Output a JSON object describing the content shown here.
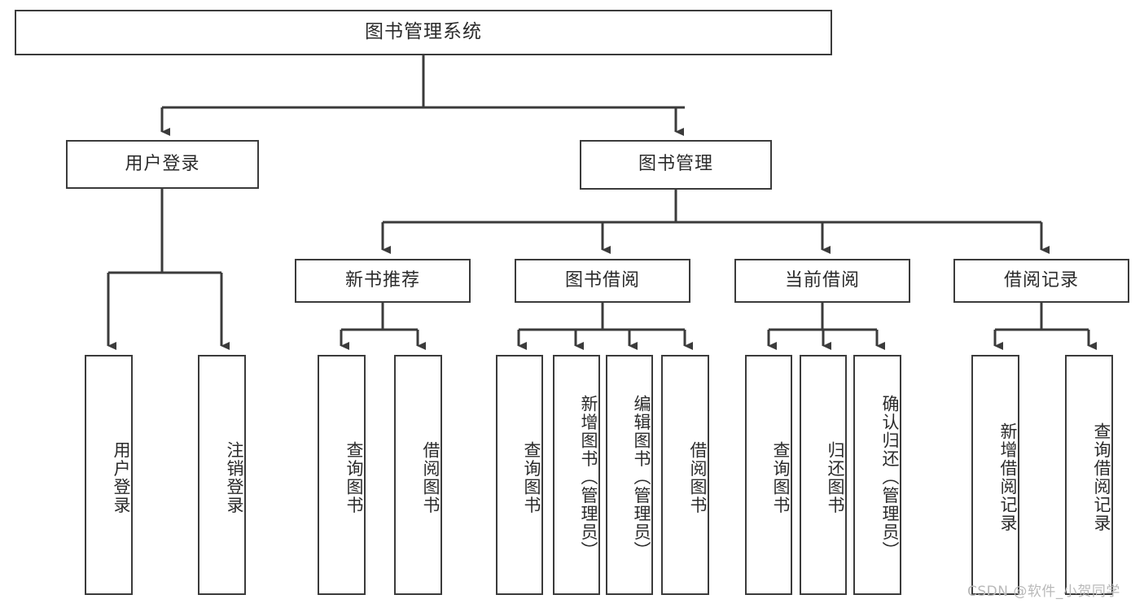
{
  "diagram": {
    "title": "图书管理系统",
    "type": "tree",
    "line_color": "#3b3b3b",
    "text_color": "#2b2b2b",
    "background": "#ffffff",
    "root": {
      "label": "图书管理系统"
    },
    "level2": [
      {
        "label": "用户登录"
      },
      {
        "label": "图书管理"
      }
    ],
    "level3": [
      {
        "label": "新书推荐"
      },
      {
        "label": "图书借阅"
      },
      {
        "label": "当前借阅"
      },
      {
        "label": "借阅记录"
      }
    ],
    "leaves": {
      "user_login": [
        {
          "label": "用户登录"
        },
        {
          "label": "注销登录"
        }
      ],
      "new_book_recommend": [
        {
          "label": "查询图书"
        },
        {
          "label": "借阅图书"
        }
      ],
      "book_borrow": [
        {
          "label": "查询图书"
        },
        {
          "label": "新增图书（管理员）"
        },
        {
          "label": "编辑图书（管理员）"
        },
        {
          "label": "借阅图书"
        }
      ],
      "current_borrow": [
        {
          "label": "查询图书"
        },
        {
          "label": "归还图书"
        },
        {
          "label": "确认归还（管理员）"
        }
      ],
      "borrow_record": [
        {
          "label": "新增借阅记录"
        },
        {
          "label": "查询借阅记录"
        }
      ]
    }
  },
  "watermark": {
    "text": "CSDN @软件_小贺同学",
    "color": "#b9b9b9"
  }
}
